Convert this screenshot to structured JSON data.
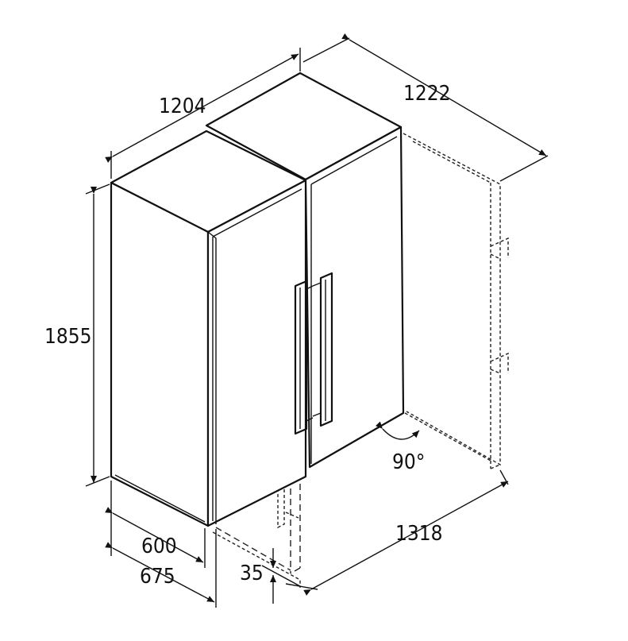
{
  "dimensions": {
    "width_pair": "1204",
    "depth_open": "1222",
    "height": "1855",
    "depth_body": "600",
    "depth_total": "675",
    "offset": "35",
    "width_open": "1318",
    "angle": "90°"
  },
  "colors": {
    "line": "#111111",
    "background": "#ffffff"
  }
}
